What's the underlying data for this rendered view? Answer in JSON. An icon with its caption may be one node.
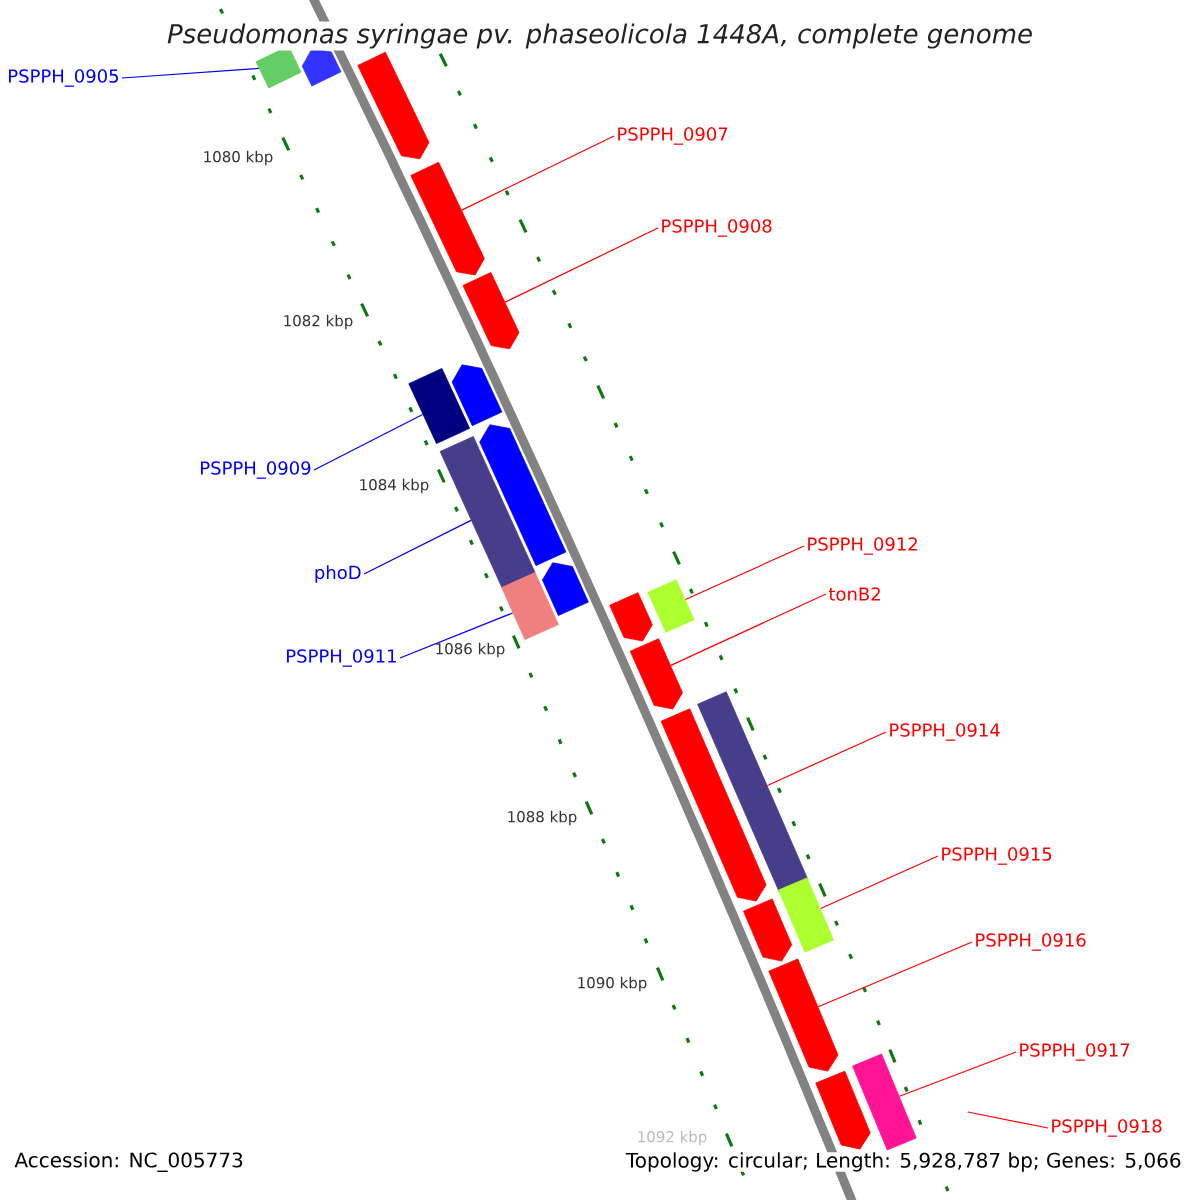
{
  "diagram": {
    "title": "Pseudomonas syringae pv. phaseolicola 1448A, complete genome",
    "nodes": [
      {
        "text": [
          "PSPPH_0905"
        ]
      },
      {
        "text": [
          "PSPPH_0907"
        ]
      },
      {
        "text": [
          "PSPPH_0908"
        ]
      },
      {
        "text": [
          "PSPPH_0909"
        ]
      },
      {
        "text": [
          "phoD"
        ]
      },
      {
        "text": [
          "PSPPH_0911"
        ]
      },
      {
        "text": [
          "PSPPH_0912"
        ]
      },
      {
        "text": [
          "tonB2"
        ]
      },
      {
        "text": [
          "PSPPH_0914"
        ]
      },
      {
        "text": [
          "PSPPH_0915"
        ]
      },
      {
        "text": [
          "PSPPH_0916"
        ]
      },
      {
        "text": [
          "PSPPH_0917"
        ]
      },
      {
        "text": [
          "PSPPH_0918"
        ]
      },
      {
        "text": [],
        "shape": "bar"
      },
      {
        "text": [],
        "shape": "bar"
      },
      {
        "text": [],
        "shape": "bar"
      },
      {
        "text": [],
        "shape": "bar"
      },
      {
        "text": [],
        "shape": "bar"
      },
      {
        "text": [],
        "shape": "bar"
      },
      {
        "text": [],
        "shape": "bar"
      },
      {
        "text": [],
        "shape": "bar"
      },
      {
        "text": [],
        "shape": "bar"
      },
      {
        "text": [],
        "shape": "bar"
      },
      {
        "text": [],
        "shape": "bar"
      },
      {
        "text": [],
        "shape": "bar"
      },
      {
        "text": [],
        "shape": "bar"
      },
      {
        "text": [],
        "shape": "bar"
      },
      {
        "text": [],
        "shape": "bar"
      },
      {
        "text": [],
        "shape": "bar"
      },
      {
        "text": [],
        "shape": "bar"
      },
      {
        "text": [],
        "shape": "bar"
      },
      {
        "text": [],
        "shape": "bar"
      },
      {
        "text": [],
        "shape": "bar"
      },
      {
        "text": [],
        "shape": "bar"
      }
    ],
    "edges": [
      {
        "from": 0,
        "to": 13,
        "arrow": "none",
        "color": "#0000ff"
      },
      {
        "from": 1,
        "to": 16,
        "arrow": "none"
      },
      {
        "from": 2,
        "to": 17,
        "arrow": "none"
      },
      {
        "from": 3,
        "to": 18,
        "arrow": "none",
        "color": "#0000ff"
      },
      {
        "from": 4,
        "to": 20,
        "arrow": "none",
        "color": "#0000ff"
      },
      {
        "from": 5,
        "to": 22,
        "arrow": "none",
        "color": "#0000ff"
      },
      {
        "from": 6,
        "to": 25,
        "arrow": "none"
      },
      {
        "from": 7,
        "to": 26,
        "arrow": "none"
      },
      {
        "from": 8,
        "to": 28,
        "arrow": "none"
      },
      {
        "from": 9,
        "to": 29,
        "arrow": "none"
      },
      {
        "from": 10,
        "to": 31,
        "arrow": "none"
      },
      {
        "from": 11,
        "to": 33,
        "arrow": "none"
      },
      {
        "from": 12,
        "to": null,
        "arrow": "none"
      }
    ],
    "labels": [
      "1080 kbp",
      "1082 kbp",
      "1084 kbp",
      "1086 kbp",
      "1088 kbp",
      "1090 kbp",
      "1092 kbp",
      "Accession: NC_005773",
      "Topology: circular; Length: 5,928,787 bp; Genes: 5,066"
    ]
  }
}
